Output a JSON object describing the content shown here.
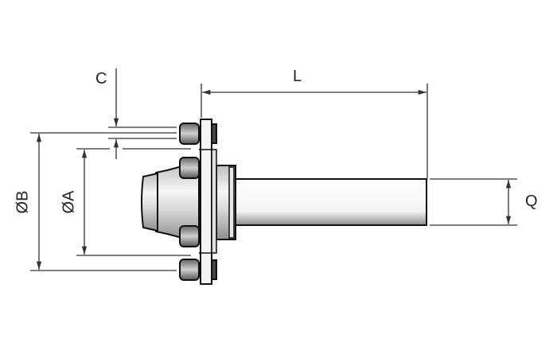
{
  "diagram": {
    "type": "technical-drawing",
    "subject": "trailer stub axle with hub",
    "dimensions": {
      "L": "L",
      "C": "C",
      "B": "ØB",
      "A": "ØA",
      "Q": "Q"
    },
    "colors": {
      "line": "#222222",
      "metal_light": "#f2f2f2",
      "metal_dark": "#9a9a9a",
      "watermark": "#c9d3e6"
    }
  }
}
